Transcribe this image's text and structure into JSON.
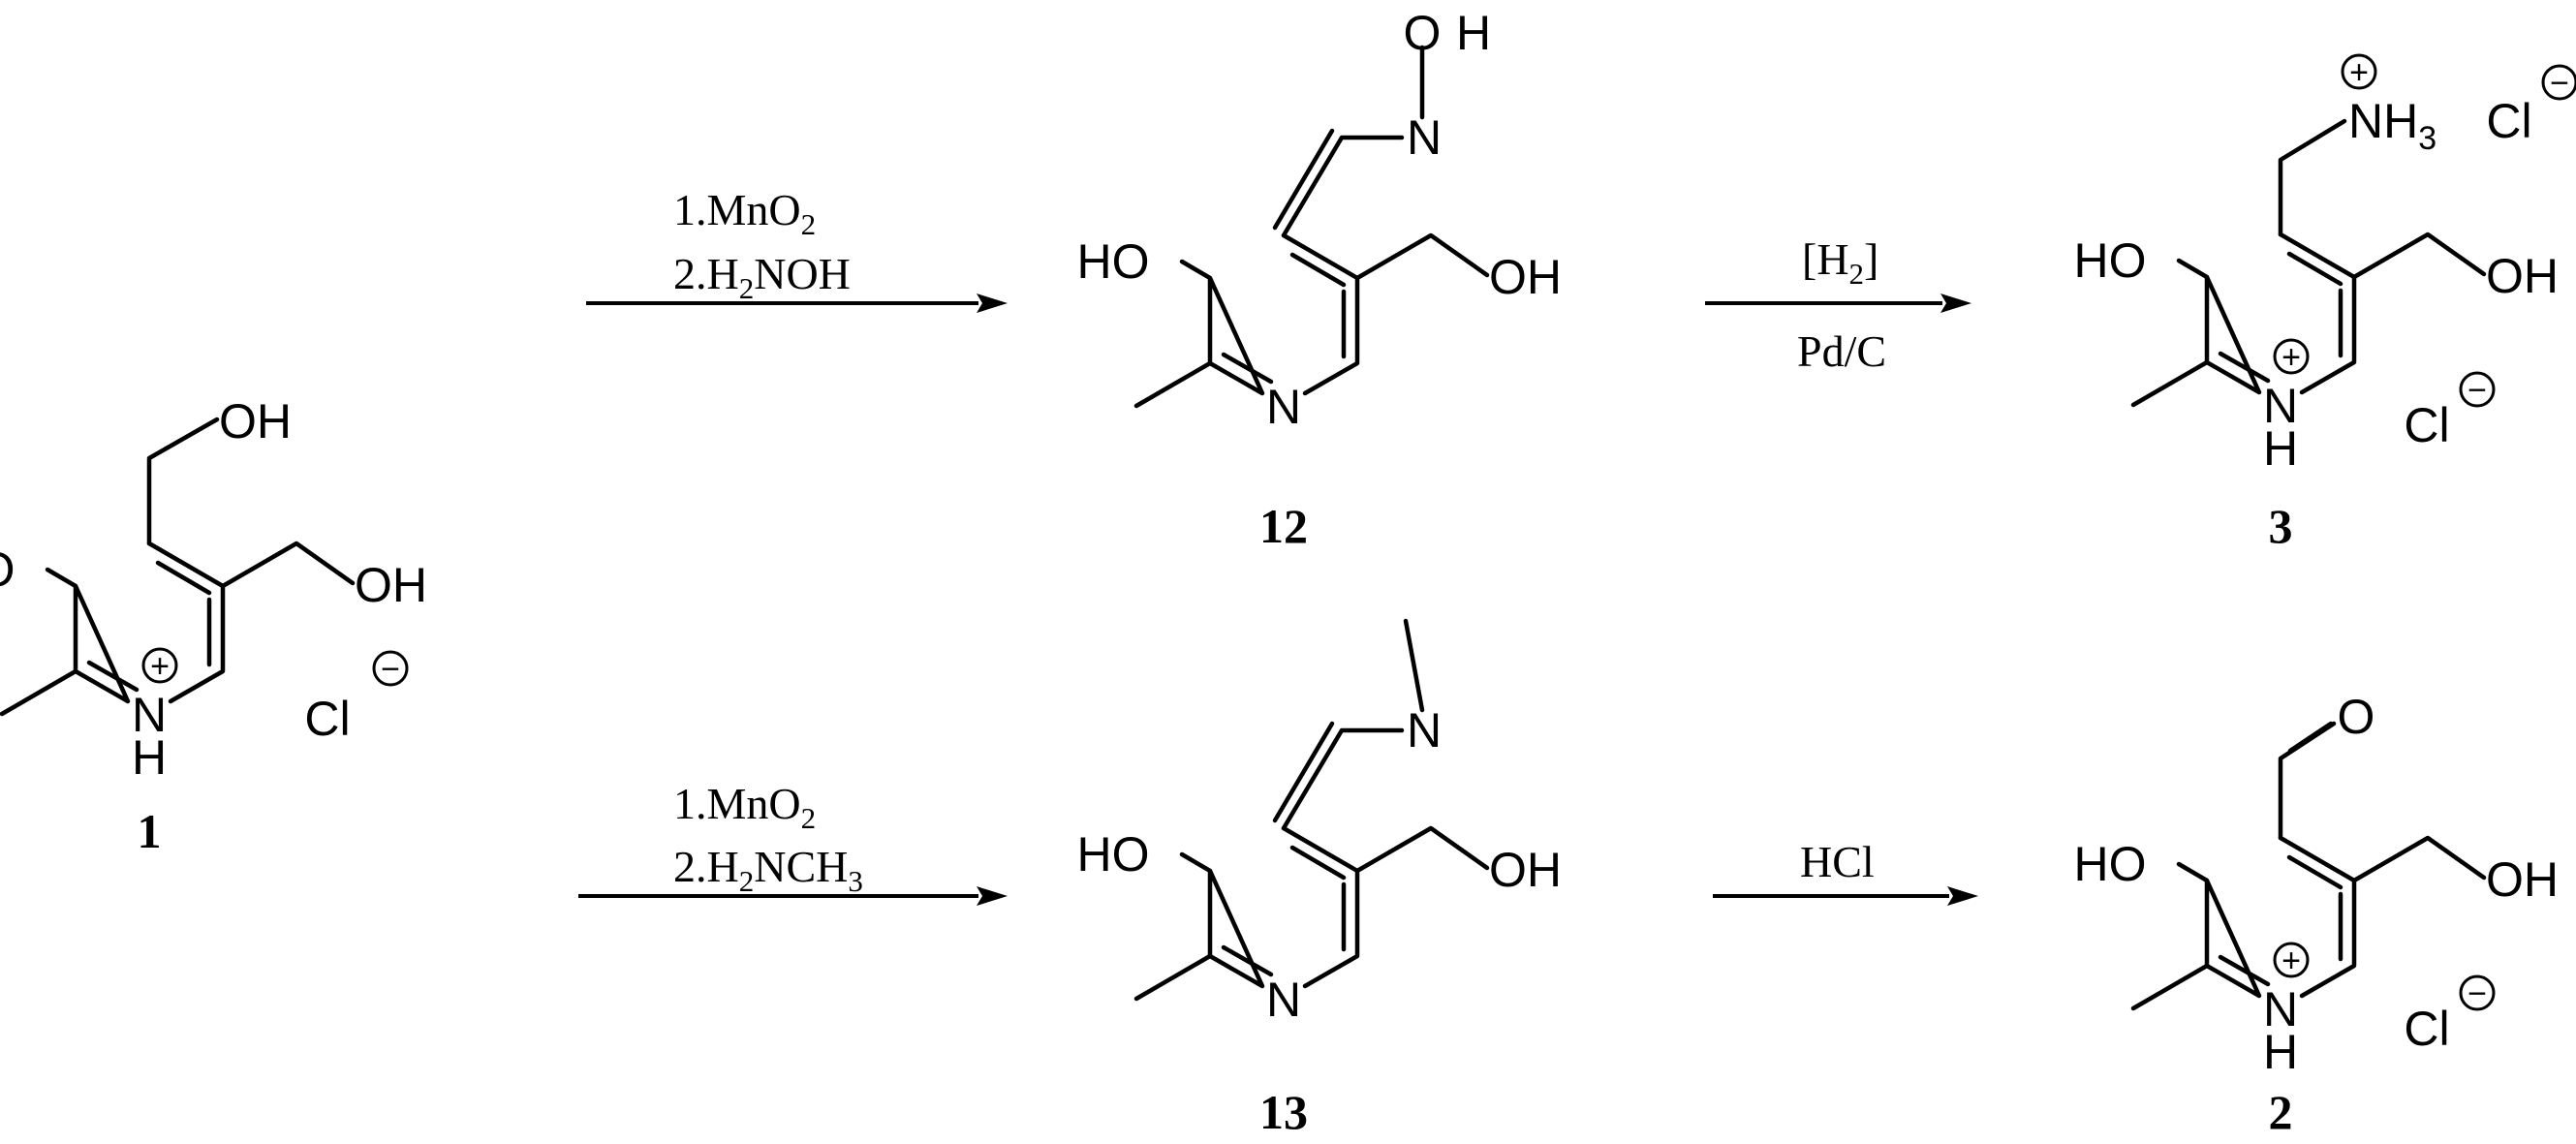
{
  "atoms": {
    "OH": "OH",
    "HO": "HO",
    "N": "N",
    "NH": "N",
    "H": "H",
    "Cl": "Cl",
    "NH3": "NH",
    "NH3_sub": "3",
    "O": "O",
    "O_oxime": "O",
    "H_oxime": "H",
    "plus": "+",
    "minus": "−"
  },
  "compounds": {
    "c1": "1",
    "c12": "12",
    "c3": "3",
    "c13": "13",
    "c2": "2"
  },
  "reactions": {
    "r1": {
      "line1_pre": "1.MnO",
      "line1_sub": "2",
      "line2_pre": "2.H",
      "line2_sub": "2",
      "line2_post": "NOH"
    },
    "r2": {
      "line1_pre": "[H",
      "line1_sub": "2",
      "line1_post": "]",
      "line2": "Pd/C"
    },
    "r3": {
      "line1_pre": "1.MnO",
      "line1_sub": "2",
      "line2_pre": "2.H",
      "line2_sub": "2",
      "line2_mid": "NCH",
      "line2_sub2": "3"
    },
    "r4": {
      "line1": "HCl"
    }
  }
}
